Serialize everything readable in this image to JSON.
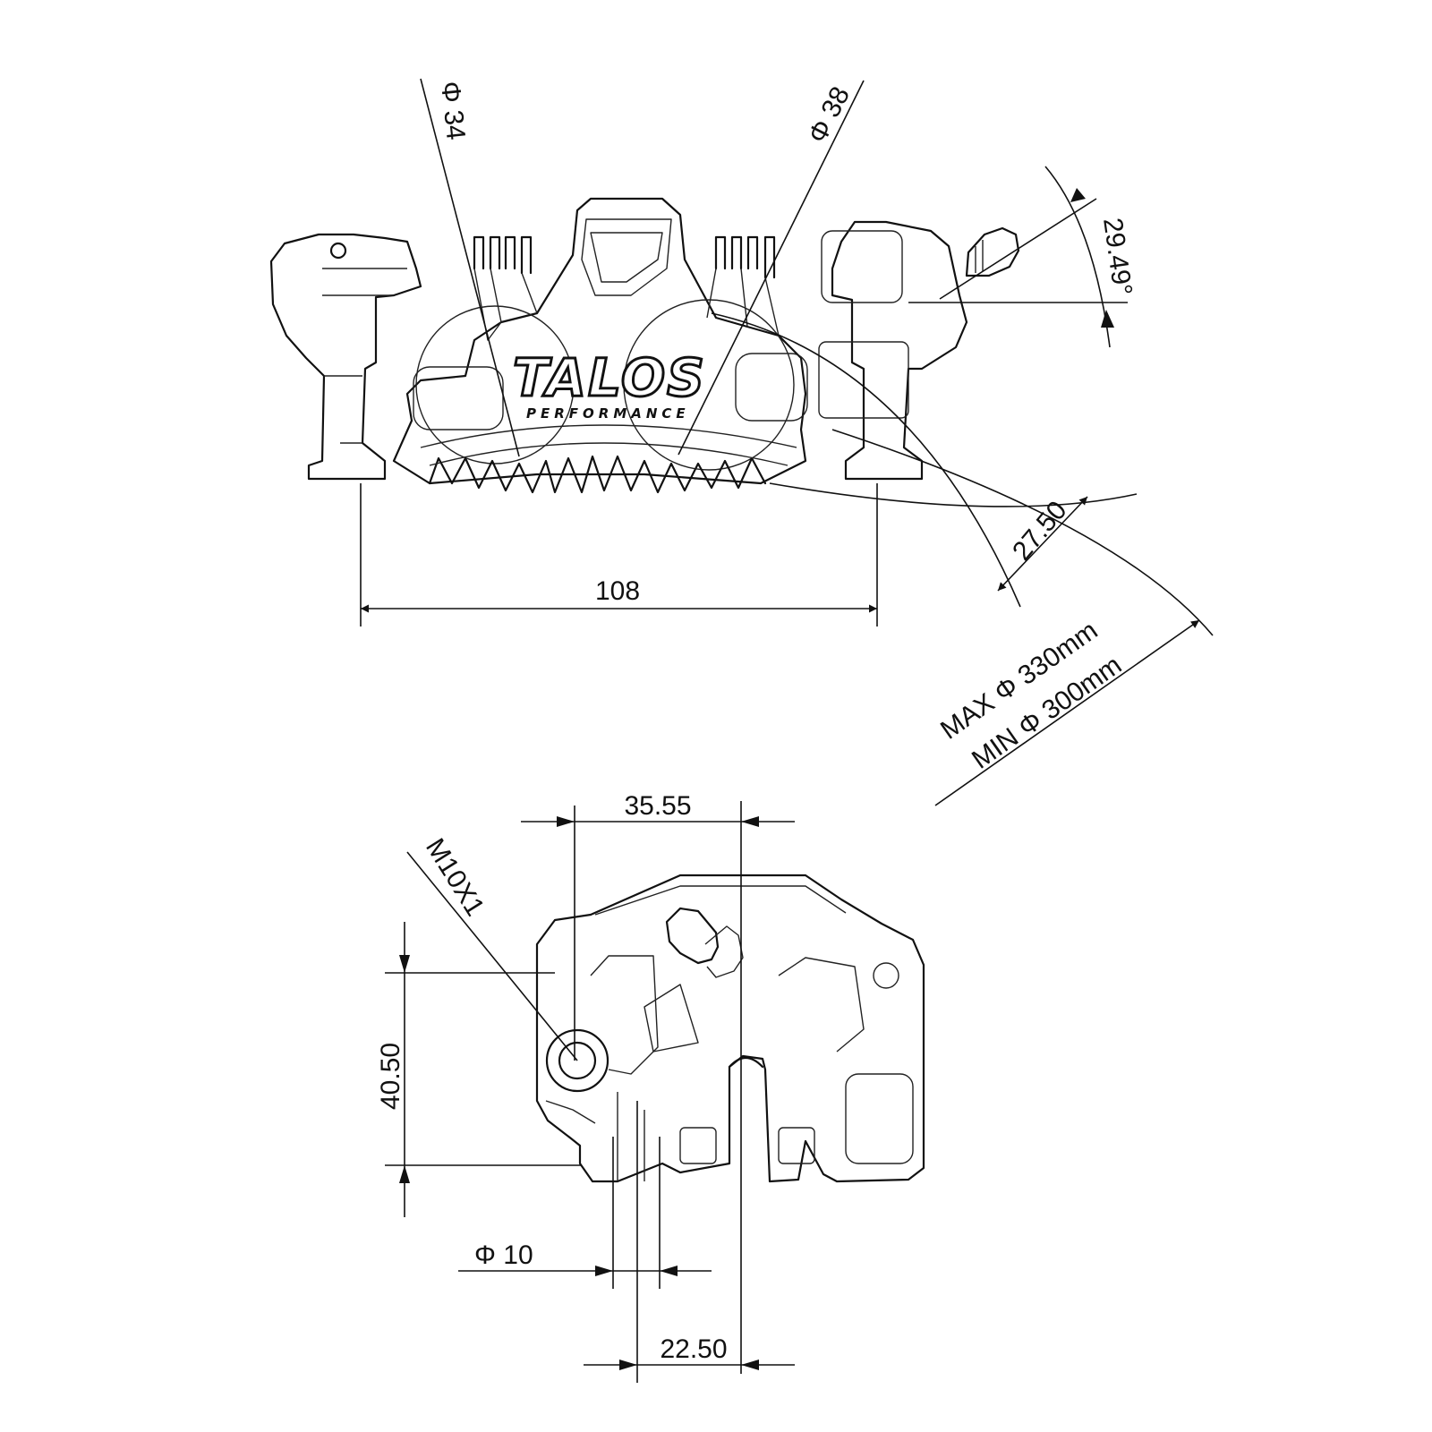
{
  "logo": {
    "main": "TALOS",
    "sub": "PERFORMANCE"
  },
  "dimensions": {
    "bore_small": "Φ 34",
    "bore_large": "Φ 38",
    "bleeder_angle": "29.49°",
    "width": "108",
    "radial_offset": "27.50",
    "disc_max": "MAX  Φ  330mm",
    "disc_min": "MIN  Φ  300mm",
    "top_offset": "35.55",
    "thread": "M10X1",
    "height": "40.50",
    "pin_diameter": "Φ 10",
    "bottom_offset": "22.50"
  }
}
